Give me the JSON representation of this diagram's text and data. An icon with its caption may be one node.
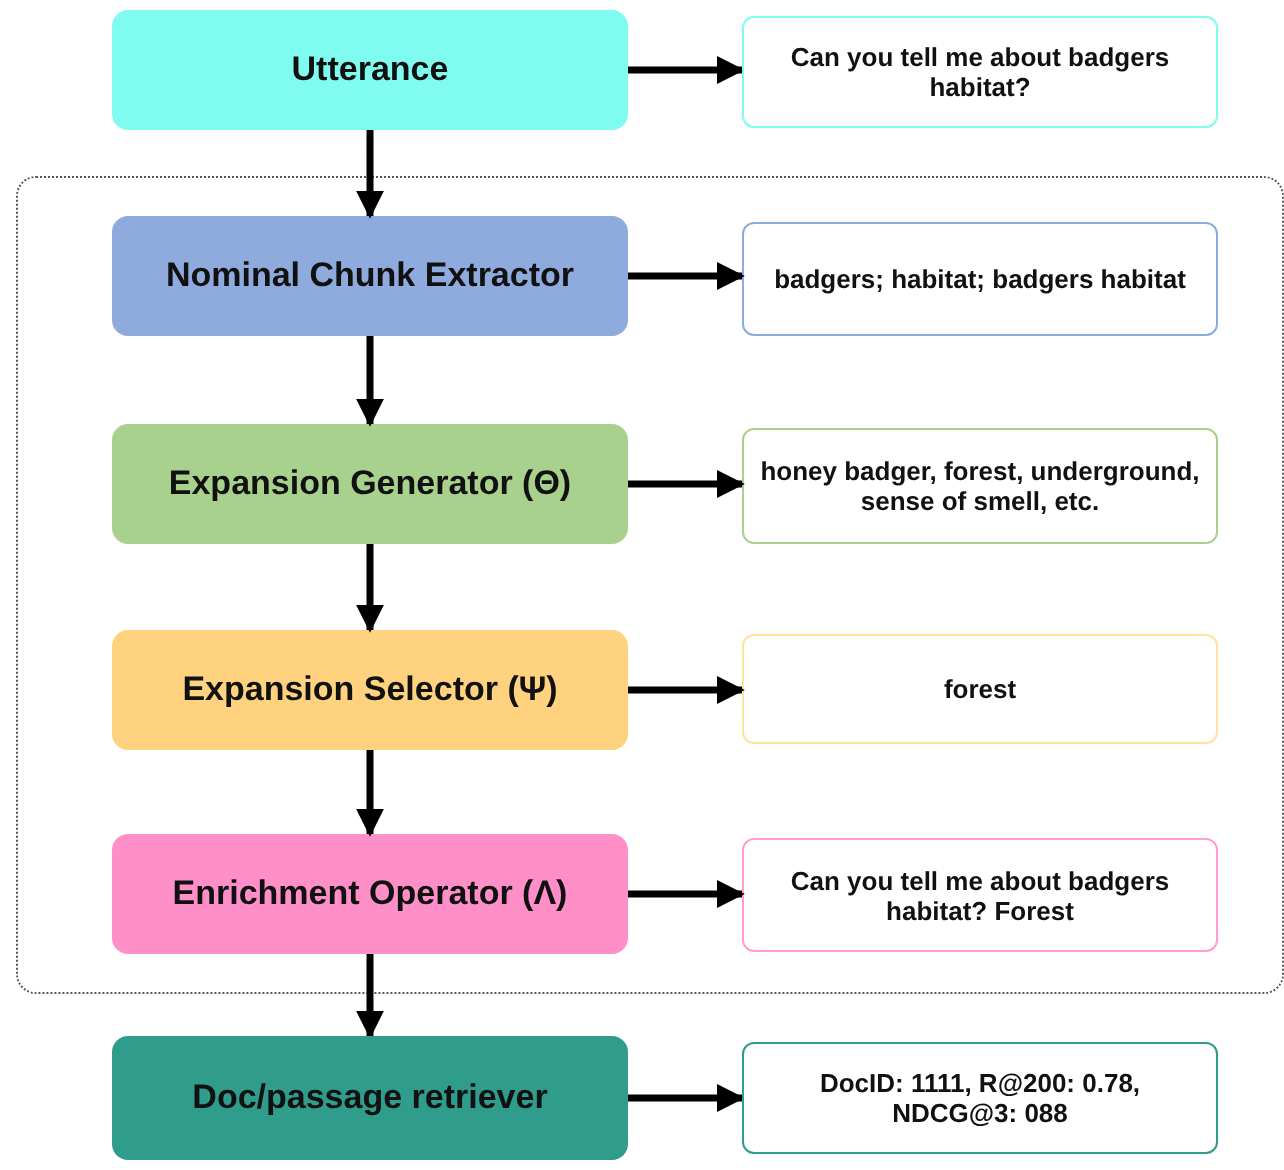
{
  "diagram": {
    "nodes": [
      {
        "text": [
          "Utterance"
        ]
      },
      {
        "text": [
          "Can you tell me about badgers habitat?"
        ]
      },
      {
        "text": [],
        "shape": "box"
      },
      {
        "text": [
          "Nominal Chunk Extractor"
        ],
        "in": 2
      },
      {
        "text": [
          "badgers; habitat; badgers habitat"
        ],
        "in": 2
      },
      {
        "text": [
          "Expansion Generator (Θ)"
        ],
        "in": 2
      },
      {
        "text": [
          "honey badger, forest, underground, sense of smell, etc."
        ],
        "in": 2
      },
      {
        "text": [
          "Expansion Selector (Ψ)"
        ],
        "in": 2
      },
      {
        "text": [
          "forest"
        ],
        "in": 2
      },
      {
        "text": [
          "Enrichment Operator (Λ)"
        ],
        "in": 2
      },
      {
        "text": [
          "Can you tell me about badgers habitat? Forest"
        ],
        "in": 2
      },
      {
        "text": [
          "Doc/passage retriever"
        ]
      },
      {
        "text": [
          "DocID: 1111, R@200: 0.78, NDCG@3: 088"
        ]
      }
    ],
    "edges": [
      {
        "from": 0,
        "to": 1,
        "arrow": "to"
      },
      {
        "from": 0,
        "to": 3,
        "arrow": "to"
      },
      {
        "from": 3,
        "to": 4,
        "arrow": "to"
      },
      {
        "from": 3,
        "to": 5,
        "arrow": "to"
      },
      {
        "from": 5,
        "to": 6,
        "arrow": "to"
      },
      {
        "from": 5,
        "to": 7,
        "arrow": "to"
      },
      {
        "from": 7,
        "to": 8,
        "arrow": "to"
      },
      {
        "from": 7,
        "to": 9,
        "arrow": "to"
      },
      {
        "from": 9,
        "to": 10,
        "arrow": "to"
      },
      {
        "from": 9,
        "to": 11,
        "arrow": "to"
      },
      {
        "from": 11,
        "to": 12,
        "arrow": "to"
      }
    ]
  }
}
